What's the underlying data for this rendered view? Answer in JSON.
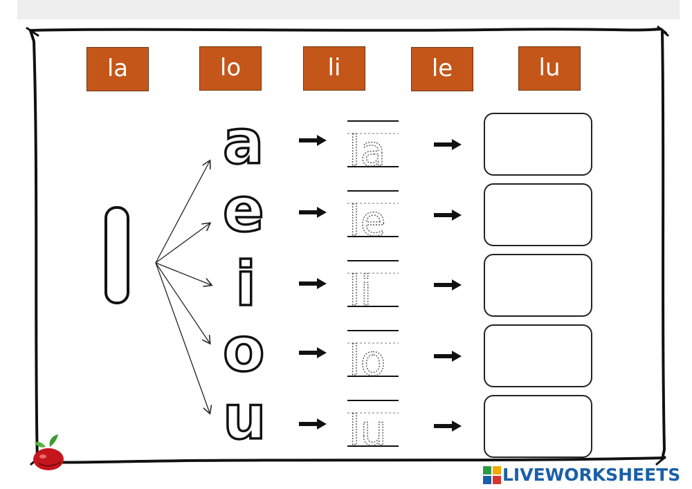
{
  "colors": {
    "chip": "#c4561a",
    "chip_border": "#6b3410",
    "brand": "#1a5fa8",
    "ink": "#222222",
    "trace": "#555555"
  },
  "syllable_chips": [
    {
      "label": "la"
    },
    {
      "label": "lo"
    },
    {
      "label": "li"
    },
    {
      "label": "le"
    },
    {
      "label": "lu"
    }
  ],
  "consonant": "l",
  "rows": [
    {
      "vowel": "a",
      "traced": "la"
    },
    {
      "vowel": "e",
      "traced": "le"
    },
    {
      "vowel": "i",
      "traced": "li"
    },
    {
      "vowel": "o",
      "traced": "lo"
    },
    {
      "vowel": "u",
      "traced": "lu"
    }
  ],
  "footer": {
    "brand": "LIVEWORKSHEETS"
  },
  "icons": {
    "logo": "apple-sprout-icon",
    "brand_badge": "liveworksheets-badge-icon"
  }
}
